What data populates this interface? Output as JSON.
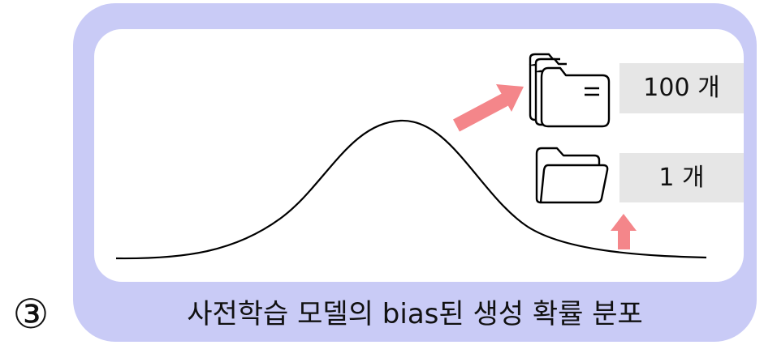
{
  "step_marker": "③",
  "caption": "사전학습 모델의 bias된 생성 확률 분포",
  "counts": {
    "many": "100 개",
    "one": "1 개"
  },
  "icons": {
    "stacked_folders": "folder-stack-icon",
    "single_folder": "folder-icon",
    "arrows": "arrow-icon"
  },
  "colors": {
    "frame": "#c9cbf6",
    "panel": "#ffffff",
    "arrow": "#f4868a",
    "badge": "#e6e6e6",
    "curve": "#000000"
  }
}
